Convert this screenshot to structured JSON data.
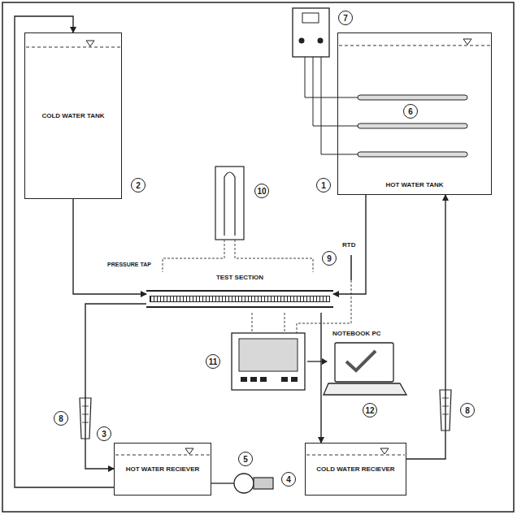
{
  "diagram": {
    "nodes": [
      {
        "text": [
          "COLD WATER TANK"
        ]
      },
      {
        "text": [
          "HOT WATER TANK"
        ]
      },
      {
        "text": [
          "TEST SECTION"
        ]
      },
      {
        "text": [
          "HOT WATER RECIEVER"
        ]
      },
      {
        "text": [
          "COLD WATER RECIEVER"
        ]
      }
    ],
    "edges": [
      {
        "from": 0,
        "to": 2,
        "arrow": "to"
      },
      {
        "from": 1,
        "to": 2,
        "arrow": "to"
      },
      {
        "from": 2,
        "to": 3,
        "arrow": "to"
      },
      {
        "from": 2,
        "to": 4,
        "arrow": "to"
      },
      {
        "from": 4,
        "to": 1,
        "arrow": "to"
      },
      {
        "from": 3,
        "to": 0,
        "arrow": "to"
      }
    ],
    "labels": [
      "7",
      "2",
      "6",
      "1",
      "10",
      "PRESSURE TAP",
      "RTD",
      "9",
      "11",
      "NOTEBOOK PC",
      "12",
      "8",
      "3",
      "5",
      "4",
      "8"
    ]
  }
}
